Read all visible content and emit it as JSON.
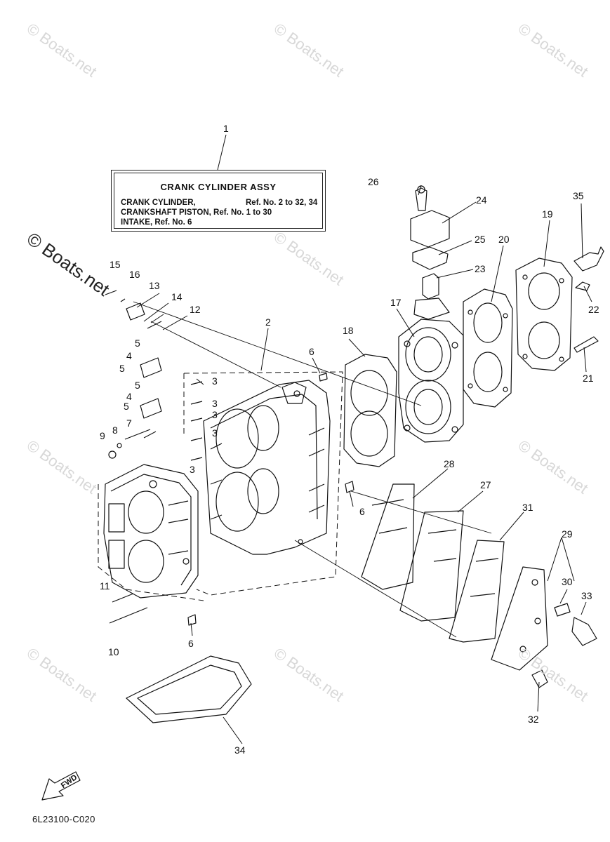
{
  "watermarks": [
    {
      "id": "wm1",
      "text": "© Boats.net"
    },
    {
      "id": "wm2",
      "text": "© Boats.net"
    },
    {
      "id": "wm3",
      "text": "© Boats.net"
    },
    {
      "id": "wm4",
      "text": "© Boats.net"
    },
    {
      "id": "wm5",
      "text": "© Boats.net"
    },
    {
      "id": "wm6",
      "text": "© Boats.net"
    },
    {
      "id": "wm7",
      "text": "© Boats.net"
    },
    {
      "id": "wm8",
      "text": "© Boats.net"
    },
    {
      "id": "wm9",
      "text": "© Boats.net"
    },
    {
      "id": "wm10",
      "text": "© Boats.net"
    }
  ],
  "info_box": {
    "title": "CRANK CYLINDER ASSY",
    "lines": [
      {
        "label": "CRANK CYLINDER,",
        "ref": "Ref. No. 2 to 32, 34"
      },
      {
        "label": "CRANKSHAFT PISTON, Ref. No. 1 to 30",
        "ref": ""
      },
      {
        "label": "INTAKE, Ref. No. 6",
        "ref": ""
      }
    ]
  },
  "callouts": [
    "1",
    "2",
    "3",
    "3",
    "3",
    "3",
    "3",
    "4",
    "4",
    "5",
    "5",
    "5",
    "5",
    "6",
    "6",
    "6",
    "7",
    "8",
    "9",
    "10",
    "11",
    "12",
    "13",
    "14",
    "15",
    "16",
    "17",
    "18",
    "19",
    "20",
    "21",
    "22",
    "23",
    "24",
    "25",
    "26",
    "27",
    "28",
    "29",
    "30",
    "31",
    "32",
    "33",
    "34",
    "35"
  ],
  "fwd_label": "FWD",
  "diagram_code": "6L23100-C020"
}
